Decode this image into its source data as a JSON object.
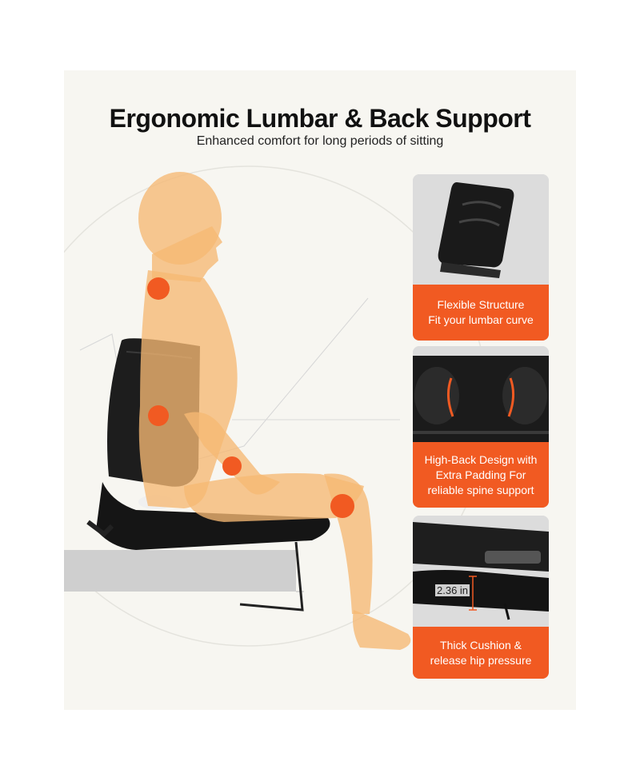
{
  "header": {
    "title": "Ergonomic Lumbar & Back Support",
    "subtitle": "Enhanced comfort for long periods of sitting"
  },
  "features": [
    {
      "lines": [
        "Flexible Structure",
        "Fit your lumbar curve"
      ]
    },
    {
      "lines": [
        "High-Back Design with",
        "Extra Padding For",
        "reliable spine support"
      ]
    },
    {
      "lines": [
        "Thick Cushion &",
        "release hip pressure"
      ],
      "measurement": "2.36 in"
    }
  ],
  "colors": {
    "accent": "#f15a22",
    "background": "#f7f6f1",
    "body_tone": "#f6b873",
    "seat": "#1d1d1d",
    "table": "#cfcfcf"
  }
}
